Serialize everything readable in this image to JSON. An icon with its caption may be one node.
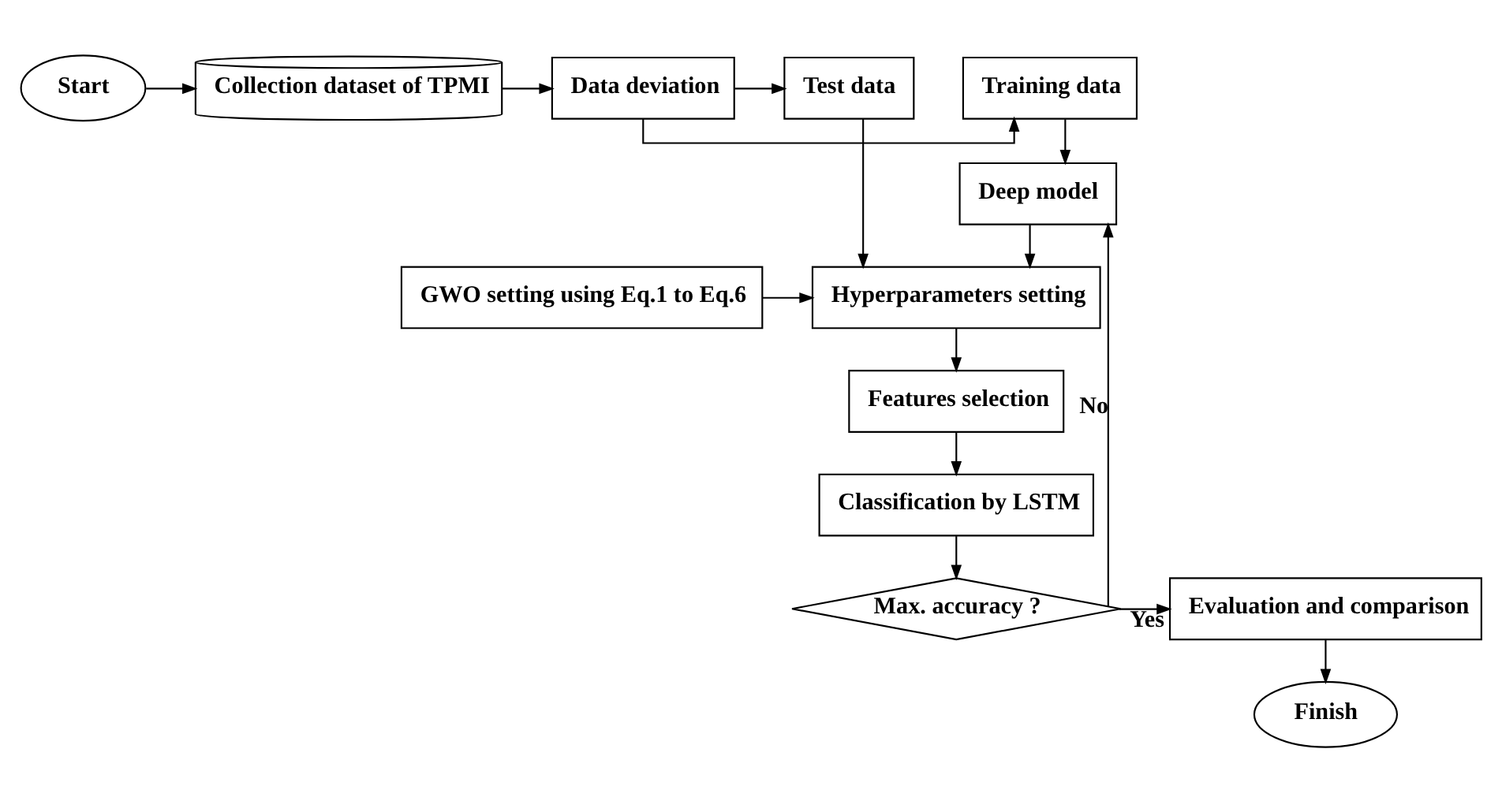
{
  "diagram": {
    "nodes": [
      {
        "text": [
          "Start"
        ]
      },
      {
        "text": [
          "Collection dataset of TPMI"
        ]
      },
      {
        "text": [
          "Data deviation"
        ]
      },
      {
        "text": [
          "Training data"
        ]
      },
      {
        "text": [
          "Test data"
        ]
      },
      {
        "text": [
          "GWO setting using Eq.1 to Eq.6"
        ]
      },
      {
        "text": [
          "Deep model"
        ]
      },
      {
        "text": [
          "Hyperparameters setting"
        ]
      },
      {
        "text": [
          "Features selection"
        ]
      },
      {
        "text": [
          "Classification by LSTM"
        ]
      },
      {
        "text": [
          "Max. accuracy ?"
        ]
      },
      {
        "text": [
          "Evaluation and comparison"
        ]
      },
      {
        "text": [
          "Finish"
        ]
      }
    ],
    "edges": [
      {
        "from": 0,
        "to": 1,
        "arrow": "to"
      },
      {
        "from": 1,
        "to": 2,
        "arrow": "to"
      },
      {
        "from": 2,
        "to": 3,
        "arrow": "to"
      },
      {
        "from": 2,
        "to": 4,
        "arrow": "to"
      },
      {
        "from": 3,
        "to": 6,
        "arrow": "to"
      },
      {
        "from": 6,
        "to": 7,
        "arrow": "to"
      },
      {
        "from": 5,
        "to": 7,
        "arrow": "to"
      },
      {
        "from": 4,
        "to": 7,
        "arrow": "to"
      },
      {
        "from": 7,
        "to": 8,
        "arrow": "to"
      },
      {
        "from": 8,
        "to": 9,
        "arrow": "to"
      },
      {
        "from": 9,
        "to": 10,
        "arrow": "to"
      },
      {
        "from": 10,
        "to": 11,
        "label": "Yes",
        "arrow": "to"
      },
      {
        "from": 11,
        "to": 12,
        "arrow": "to"
      },
      {
        "from": 10,
        "to": 6,
        "label": "No",
        "arrow": "to"
      }
    ]
  }
}
